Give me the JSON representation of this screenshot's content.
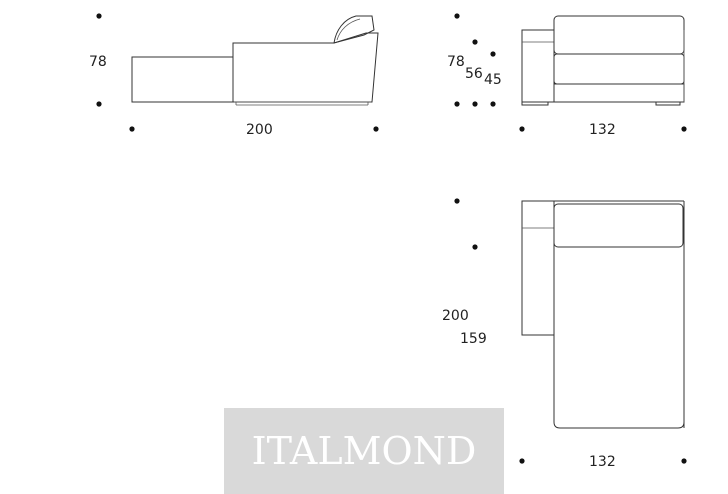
{
  "side_view": {
    "height_label": "78",
    "width_label": "200"
  },
  "front_view": {
    "height_label": "78",
    "arm_height_label": "56",
    "seat_height_label": "45",
    "width_label": "132"
  },
  "plan_view": {
    "length_label": "200",
    "seat_depth_label": "159",
    "width_label": "132"
  },
  "watermark": {
    "text": "ITALMOND"
  }
}
